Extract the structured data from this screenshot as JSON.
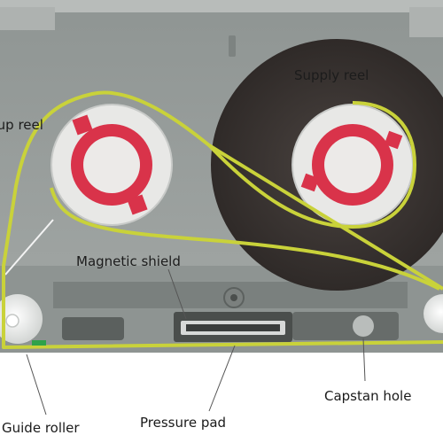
{
  "labels": {
    "takeup_reel": "Take-up reel",
    "supply_reel": "Supply reel",
    "magnetic_shield": "Magnetic shield",
    "guide_roller": "Guide roller",
    "pressure_pad": "Pressure pad",
    "capstan_hole": "Capstan hole"
  },
  "colors": {
    "tape_path": "#c9d23a",
    "shell": "#9aa09e",
    "shell_dark": "#6f7573",
    "hub_red": "#d9334a",
    "hub_white": "#e8e8e6",
    "tape_brown": "#3a3431",
    "background": "#ffffff"
  }
}
